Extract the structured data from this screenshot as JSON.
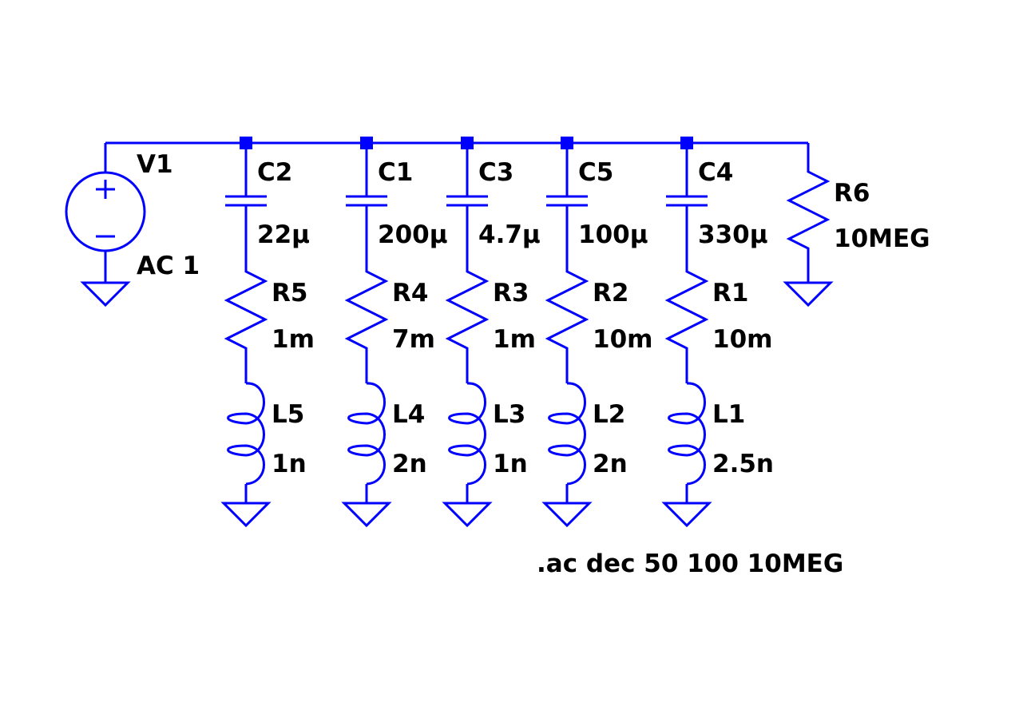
{
  "colors": {
    "wire": "#0000ff",
    "text": "#000000",
    "background": "#ffffff"
  },
  "source": {
    "name": "V1",
    "value": "AC 1"
  },
  "branches": [
    {
      "cap": {
        "name": "C2",
        "value": "22µ"
      },
      "res": {
        "name": "R5",
        "value": "1m"
      },
      "ind": {
        "name": "L5",
        "value": "1n"
      }
    },
    {
      "cap": {
        "name": "C1",
        "value": "200µ"
      },
      "res": {
        "name": "R4",
        "value": "7m"
      },
      "ind": {
        "name": "L4",
        "value": "2n"
      }
    },
    {
      "cap": {
        "name": "C3",
        "value": "4.7µ"
      },
      "res": {
        "name": "R3",
        "value": "1m"
      },
      "ind": {
        "name": "L3",
        "value": "1n"
      }
    },
    {
      "cap": {
        "name": "C5",
        "value": "100µ"
      },
      "res": {
        "name": "R2",
        "value": "10m"
      },
      "ind": {
        "name": "L2",
        "value": "2n"
      }
    },
    {
      "cap": {
        "name": "C4",
        "value": "330µ"
      },
      "res": {
        "name": "R1",
        "value": "10m"
      },
      "ind": {
        "name": "L1",
        "value": "2.5n"
      }
    }
  ],
  "load": {
    "name": "R6",
    "value": "10MEG"
  },
  "directive": ".ac dec 50 100 10MEG"
}
